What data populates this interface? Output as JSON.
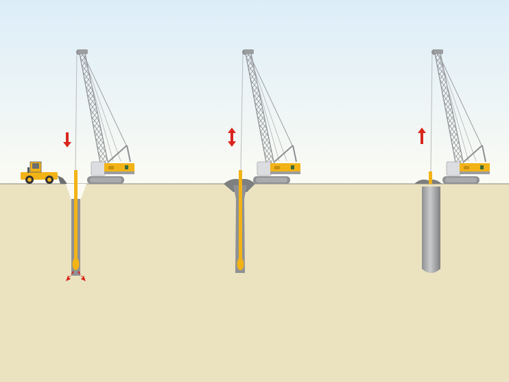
{
  "diagram": {
    "stages": [
      {
        "name": "penetration",
        "arrow": "down"
      },
      {
        "name": "compaction",
        "arrow": "up-down"
      },
      {
        "name": "completed-column",
        "arrow": "up"
      }
    ]
  },
  "colors": {
    "sky_top": "#ddeef8",
    "sky_bottom": "#fbfbf6",
    "soil": "#ebe2bf",
    "ground_line": "#8a8a80",
    "machine_yellow": "#f2b316",
    "machine_grey": "#9b9da0",
    "arrow_red": "#d9261c",
    "gravel": "#7d7f80"
  }
}
